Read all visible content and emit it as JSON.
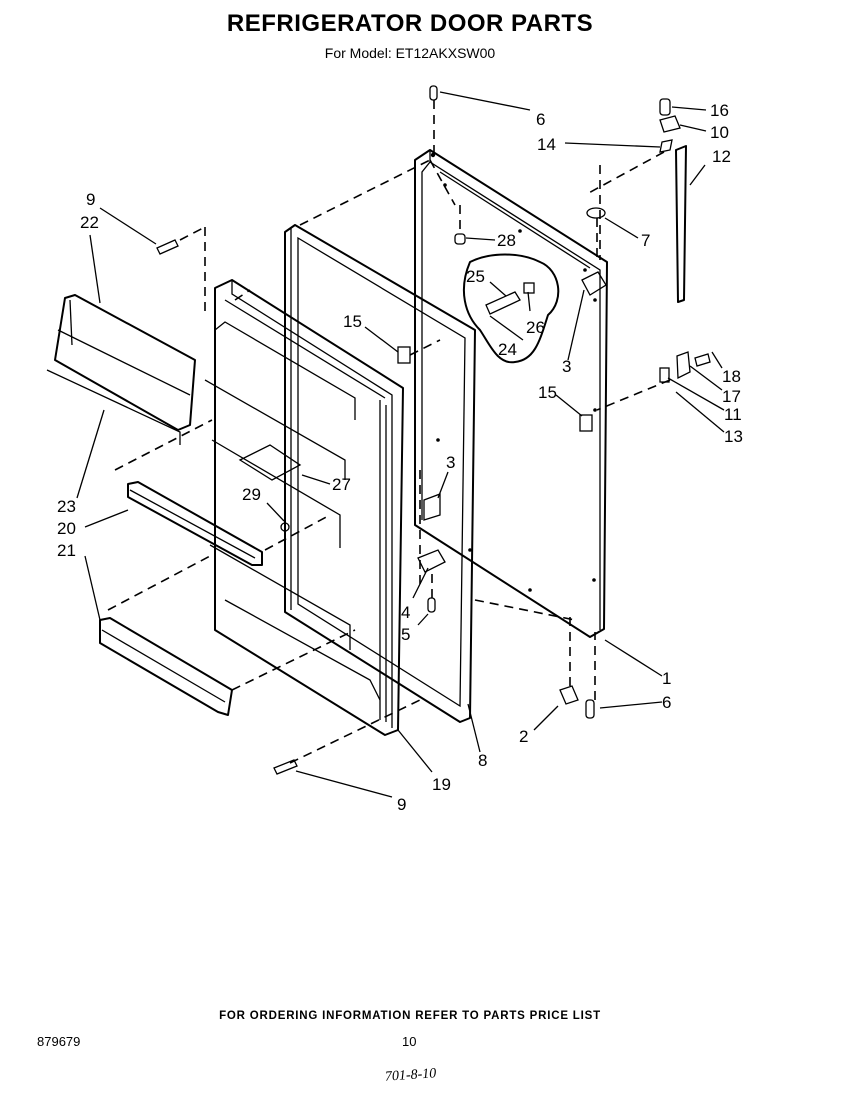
{
  "header": {
    "title": "REFRIGERATOR DOOR PARTS",
    "subtitle": "For Model: ET12AKXSW00"
  },
  "footer": {
    "ordering_note": "FOR ORDERING INFORMATION REFER TO PARTS PRICE LIST",
    "diagram_code": "879679",
    "page_number": "10",
    "handwritten_note": "701-8-10"
  },
  "callouts": {
    "c6a": "6",
    "c16": "16",
    "c10": "10",
    "c14": "14",
    "c12": "12",
    "c9a": "9",
    "c22": "22",
    "c28": "28",
    "c7": "7",
    "c25": "25",
    "c26": "26",
    "c24": "24",
    "c15a": "15",
    "c3a": "3",
    "c18": "18",
    "c17": "17",
    "c15b": "15",
    "c11": "11",
    "c13": "13",
    "c3b": "3",
    "c27": "27",
    "c23": "23",
    "c29": "29",
    "c20": "20",
    "c21": "21",
    "c4": "4",
    "c5": "5",
    "c1": "1",
    "c6b": "6",
    "c2": "2",
    "c8": "8",
    "c19": "19",
    "c9b": "9"
  }
}
